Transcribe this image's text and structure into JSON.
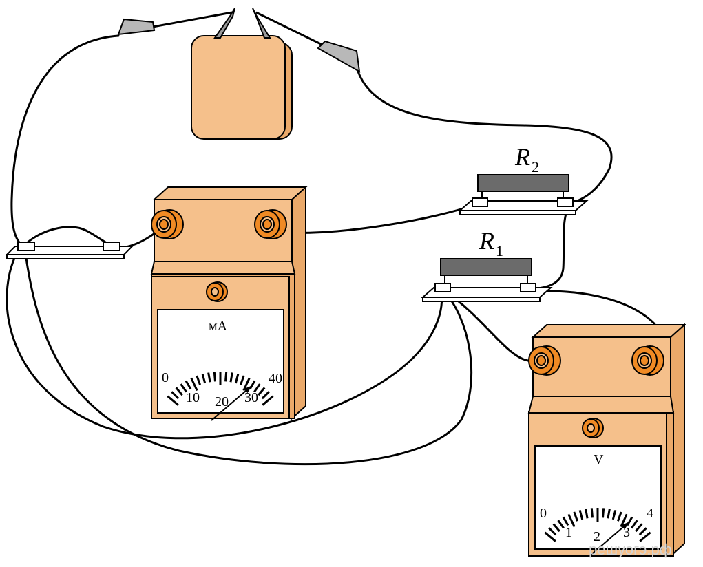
{
  "labels": {
    "r2_letter": "R",
    "r2_sub": "2",
    "r1_letter": "R",
    "r1_sub": "1"
  },
  "ammeter": {
    "unit": "мА",
    "scale_labels": [
      "0",
      "10",
      "20",
      "30",
      "40"
    ],
    "scale_min": 0,
    "scale_max": 40,
    "reading": 32
  },
  "voltmeter": {
    "unit": "V",
    "scale_labels": [
      "0",
      "1",
      "2",
      "3",
      "4"
    ],
    "scale_min": 0,
    "scale_max": 4,
    "reading": 3.2
  },
  "watermark": "решуогэ.рф",
  "colors": {
    "body": "#f5c08b",
    "body_side": "#eaa96a",
    "terminal": "#f08a24",
    "resistor": "#6b6b6b",
    "clip": "#b8b8b8"
  }
}
